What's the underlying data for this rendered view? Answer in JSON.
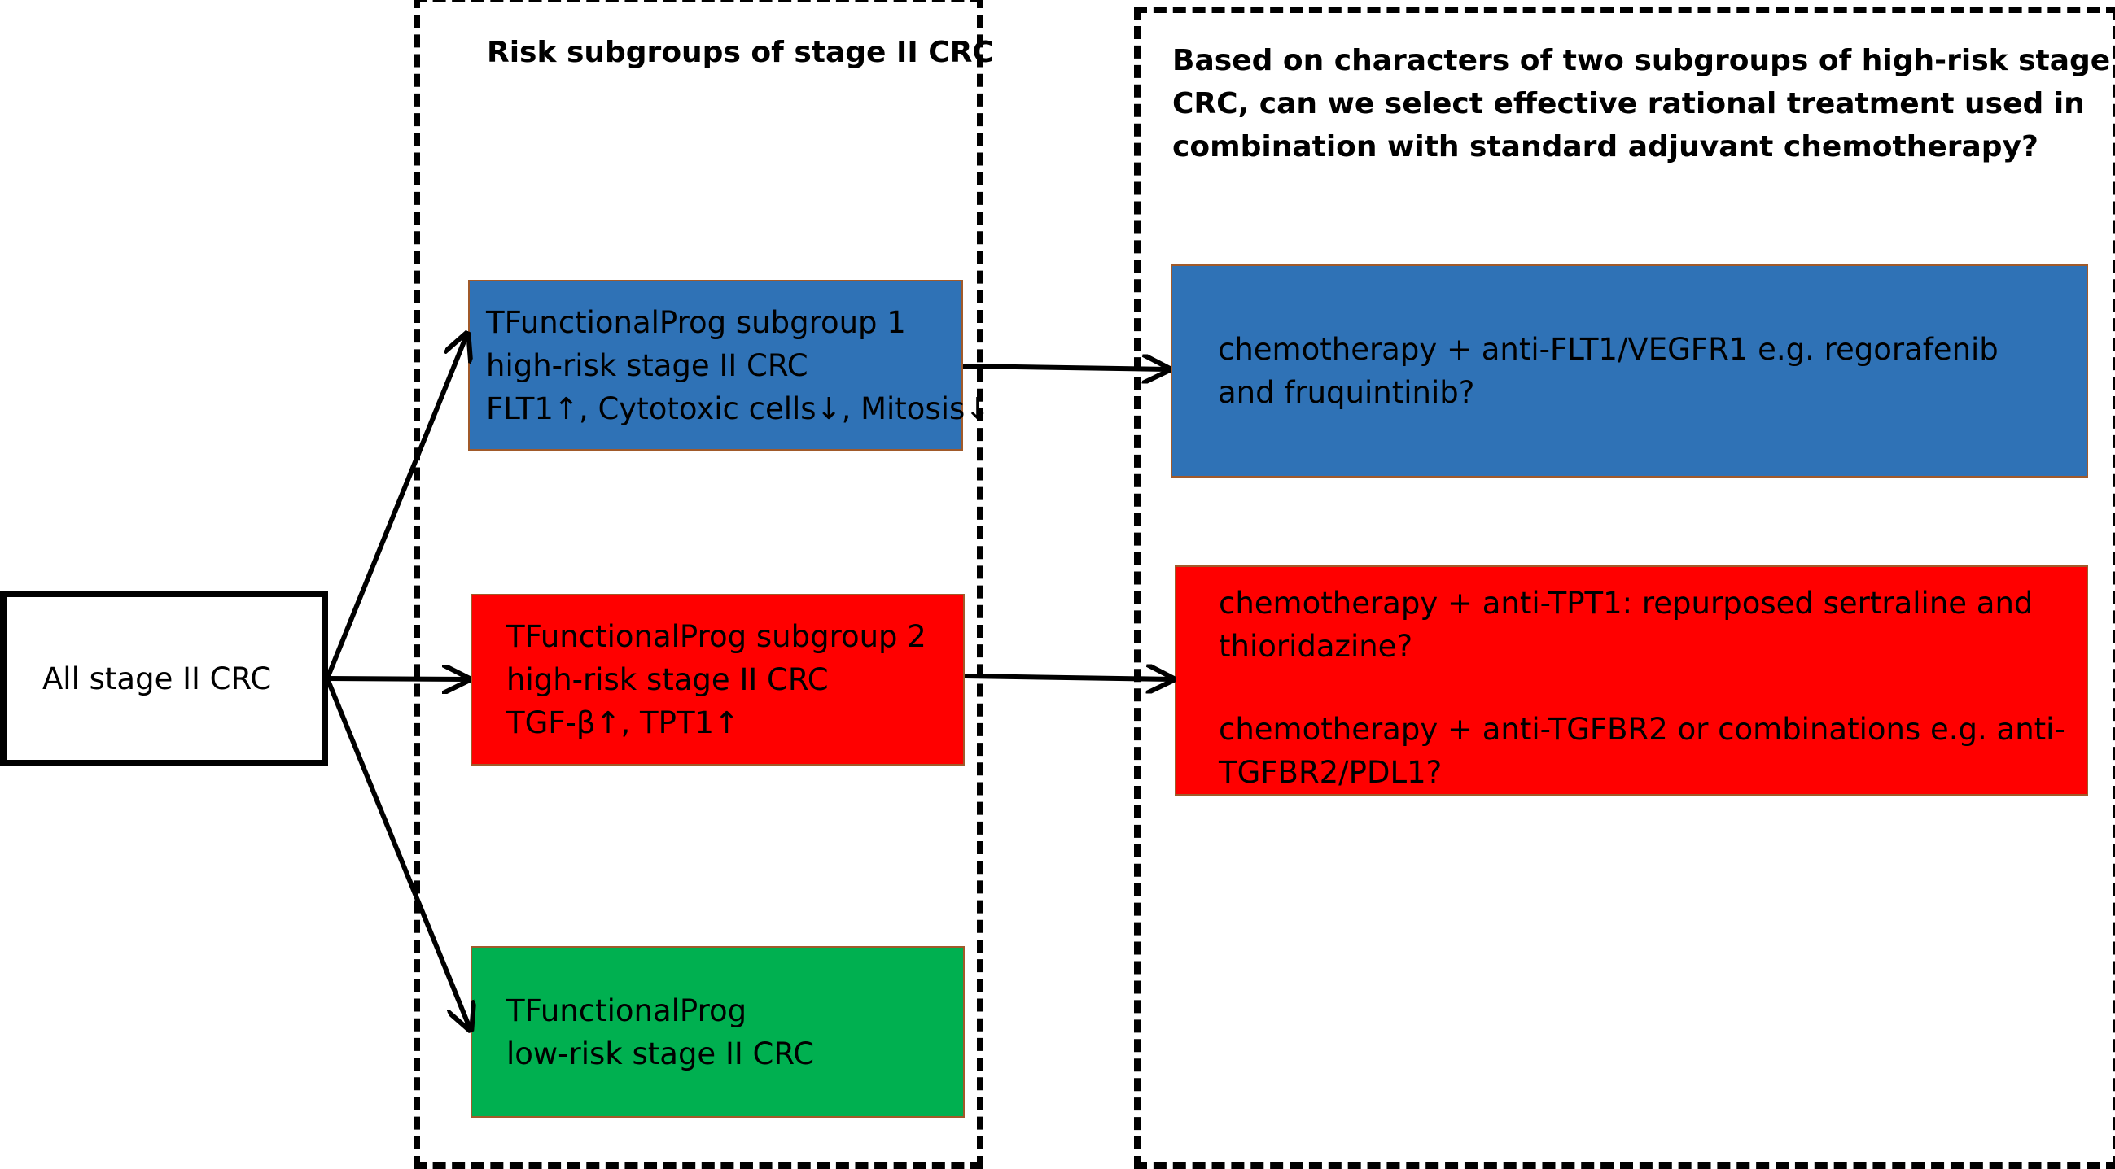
{
  "colors": {
    "high_risk_1": "#2f72b6",
    "high_risk_2": "#ff0000",
    "low_risk": "#00b050",
    "border": "#000000",
    "box_outline": "#a15a2a"
  },
  "middle_panel": {
    "heading": "Risk subgroups of stage II CRC"
  },
  "right_panel": {
    "heading_lines": [
      "Based on characters of two subgroups of high-risk stage II",
      "CRC, can we select effective rational treatment used in",
      "combination with standard adjuvant chemotherapy?"
    ]
  },
  "all_stage": {
    "label": "All stage II CRC"
  },
  "subgroup1": {
    "lines": [
      "TFunctionalProg subgroup 1",
      "high-risk stage II CRC",
      "FLT1↑, Cytotoxic cells↓, Mitosis↓"
    ]
  },
  "subgroup2": {
    "lines": [
      "TFunctionalProg subgroup 2",
      "high-risk stage II CRC",
      "TGF-β↑, TPT1↑"
    ]
  },
  "low_risk": {
    "lines": [
      "TFunctionalProg",
      "low-risk stage II CRC"
    ]
  },
  "treatment1": {
    "lines": [
      "chemotherapy + anti-FLT1/VEGFR1 e.g. regorafenib",
      "and fruquintinib?"
    ]
  },
  "treatment2": {
    "lines": [
      "chemotherapy + anti-TPT1: repurposed sertraline and",
      "thioridazine?",
      "chemotherapy + anti-TGFBR2 or combinations e.g. anti-",
      "TGFBR2/PDL1?"
    ]
  }
}
